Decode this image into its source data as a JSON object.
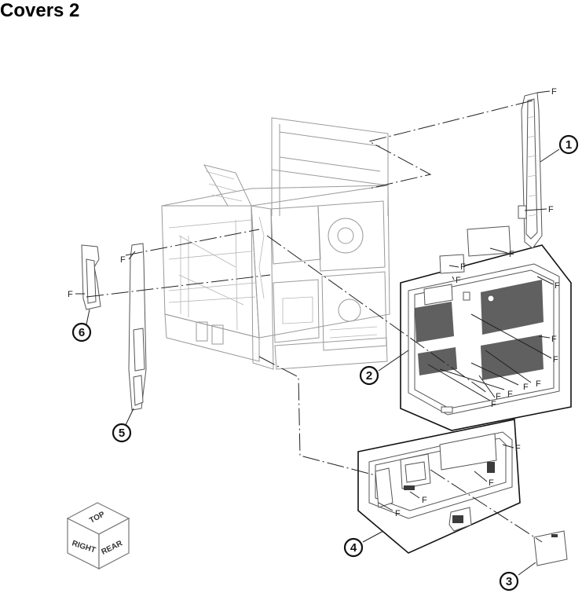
{
  "page": {
    "title": "Covers 2"
  },
  "callouts": [
    "1",
    "2",
    "3",
    "4",
    "5",
    "6"
  ],
  "fastener_label": "F",
  "orientation_cube": {
    "top": "TOP",
    "right": "RIGHT",
    "rear": "REAR"
  },
  "colors": {
    "line": "#222222",
    "frame": "#9a9a9a",
    "mesh": "#444444"
  }
}
